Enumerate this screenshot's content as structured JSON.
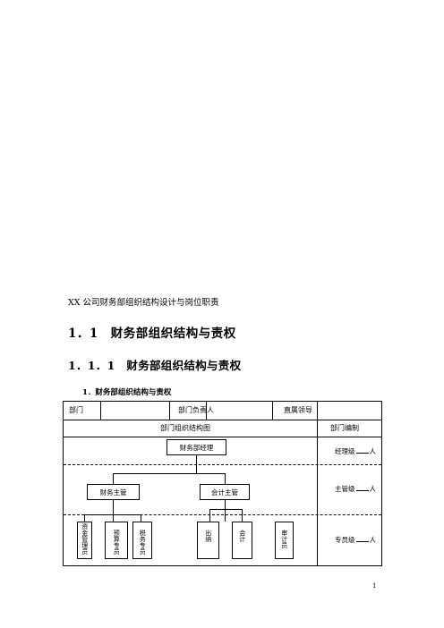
{
  "doc_title": "XX 公司财务部组织结构设计与岗位职责",
  "heading1": "1．1　财务部组织结构与责权",
  "heading2": "1．1．1　财务部组织结构与责权",
  "heading3": "1．财务部组织结构与责权",
  "table": {
    "row1": {
      "dept_label": "部门",
      "dept_value": "",
      "head_label": "部门负责人",
      "head_value": "",
      "leader_label": "直属领导",
      "leader_value": ""
    },
    "row2": {
      "chart_label": "部门组织结构图",
      "quota_label": "部门编制"
    }
  },
  "org": {
    "manager": "财务部经理",
    "supervisor_finance": "财务主管",
    "supervisor_accounting": "会计主管",
    "staff": [
      "资金管理员",
      "预算专员",
      "税务专员",
      "出纳",
      "会计",
      "审计员"
    ]
  },
  "quotas": {
    "manager_prefix": "经理级",
    "supervisor_prefix": "主管级",
    "staff_prefix": "专员级",
    "suffix": "人"
  },
  "page_number": "1"
}
